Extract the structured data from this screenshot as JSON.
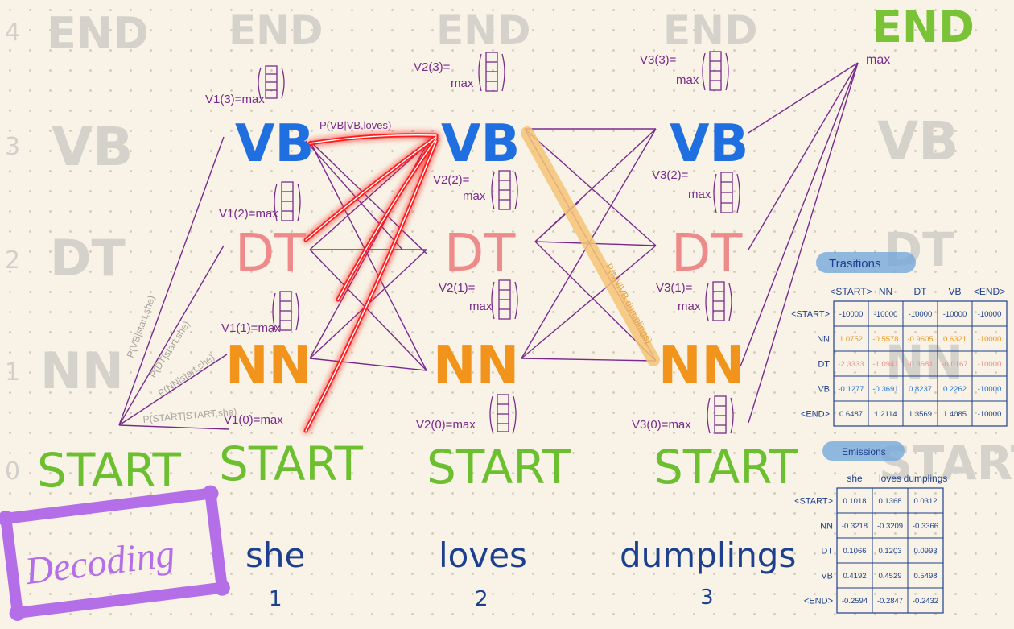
{
  "title": "Decoding",
  "row_index": [
    "0",
    "1",
    "2",
    "3",
    "4"
  ],
  "ghost_labels": {
    "left": [
      "END",
      "VB",
      "DT",
      "NN"
    ],
    "right": [
      "VB",
      "DT",
      "NN",
      "START"
    ]
  },
  "end_label": "END",
  "start_label": "START",
  "states": [
    "VB",
    "DT",
    "NN"
  ],
  "words": [
    "she",
    "loves",
    "dumplings"
  ],
  "word_positions": [
    "1",
    "2",
    "3"
  ],
  "start_probs": [
    "P(VB|start,she)",
    "P(DT|start,she)",
    "P(NN|start,she)",
    "P(START|START,she)"
  ],
  "viterbi": {
    "col1": [
      "V1(3)=max",
      "V1(2)=max",
      "V1(1)=max",
      "V1(0)=max"
    ],
    "col2": [
      "V2(3)=",
      "V2(2)=",
      "V2(1)=",
      "V2(0)=max"
    ],
    "col3": [
      "V3(3)=",
      "V3(2)=",
      "V3(1)=",
      "V3(0)=max"
    ],
    "max_word": "max"
  },
  "transition_annotation": "P(VB|VB,loves)",
  "emission_annotation": "P(NN|VB,dumplings)",
  "transitions_table": {
    "title": "Trasitions",
    "columns": [
      "<START>",
      "NN",
      "DT",
      "VB",
      "<END>"
    ],
    "rows": [
      {
        "label": "<START>",
        "cells": [
          "-10000",
          "-10000",
          "-10000",
          "-10000",
          "-10000"
        ]
      },
      {
        "label": "NN",
        "cells": [
          "1.0752",
          "-0.5578",
          "-0.9605",
          "0.6321",
          "-10000"
        ]
      },
      {
        "label": "DT",
        "cells": [
          "-2.3333",
          "-1.0941",
          "-0.3681",
          "-0.0167",
          "-10000"
        ]
      },
      {
        "label": "VB",
        "cells": [
          "-0.1277",
          "-0.3691",
          "0.8237",
          "0.2262",
          "-10000"
        ]
      },
      {
        "label": "<END>",
        "cells": [
          "0.6487",
          "1.2114",
          "1.3569",
          "1.4085",
          "-10000"
        ]
      }
    ]
  },
  "emissions_table": {
    "title": "Emissions",
    "columns": [
      "she",
      "loves",
      "dumplings"
    ],
    "rows": [
      {
        "label": "<START>",
        "cells": [
          "0.1018",
          "0.1368",
          "0.0312"
        ]
      },
      {
        "label": "NN",
        "cells": [
          "-0.3218",
          "-0.3209",
          "-0.3366"
        ]
      },
      {
        "label": "DT",
        "cells": [
          "0.1066",
          "0.1203",
          "0.0993"
        ]
      },
      {
        "label": "VB",
        "cells": [
          "0.4192",
          "0.4529",
          "0.5498"
        ]
      },
      {
        "label": "<END>",
        "cells": [
          "-0.2594",
          "-0.2847",
          "-0.2432"
        ]
      }
    ]
  },
  "colors": {
    "VB": "#1f6fe0",
    "DT": "#ef8a8a",
    "NN": "#f2941c",
    "START": "#6cbf2f",
    "END_ghost": "#d3d0cb",
    "END_final": "#7ac236",
    "lines": "#7a2a8c",
    "highlight_red": "#ff1a1a",
    "highlight_orange": "#f6c477",
    "words": "#1d3f8f",
    "title_box": "#b46ee8",
    "tab": "#6ea4dc"
  }
}
